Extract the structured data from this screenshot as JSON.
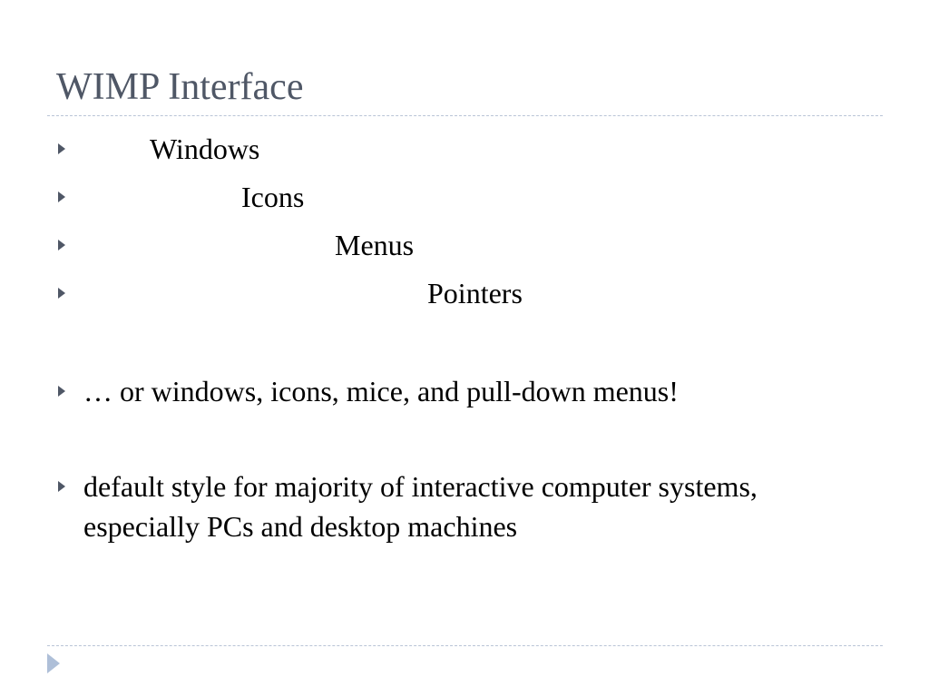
{
  "slide": {
    "title": "WIMP Interface",
    "bullets": [
      {
        "text": "Windows"
      },
      {
        "text": "Icons"
      },
      {
        "text": "Menus"
      },
      {
        "text": "Pointers"
      },
      {
        "text": "… or windows, icons, mice, and pull-down menus!"
      },
      {
        "text": "default style for majority of interactive computer systems, especially PCs and desktop machines"
      }
    ]
  },
  "colors": {
    "title": "#4f5766",
    "bullet_marker": "#4f5766",
    "rule": "#b9c4d6",
    "nav_arrow": "#aebfd8"
  },
  "icons": {
    "bullet_marker": "triangle-right-icon",
    "nav_arrow": "play-arrow-icon"
  }
}
